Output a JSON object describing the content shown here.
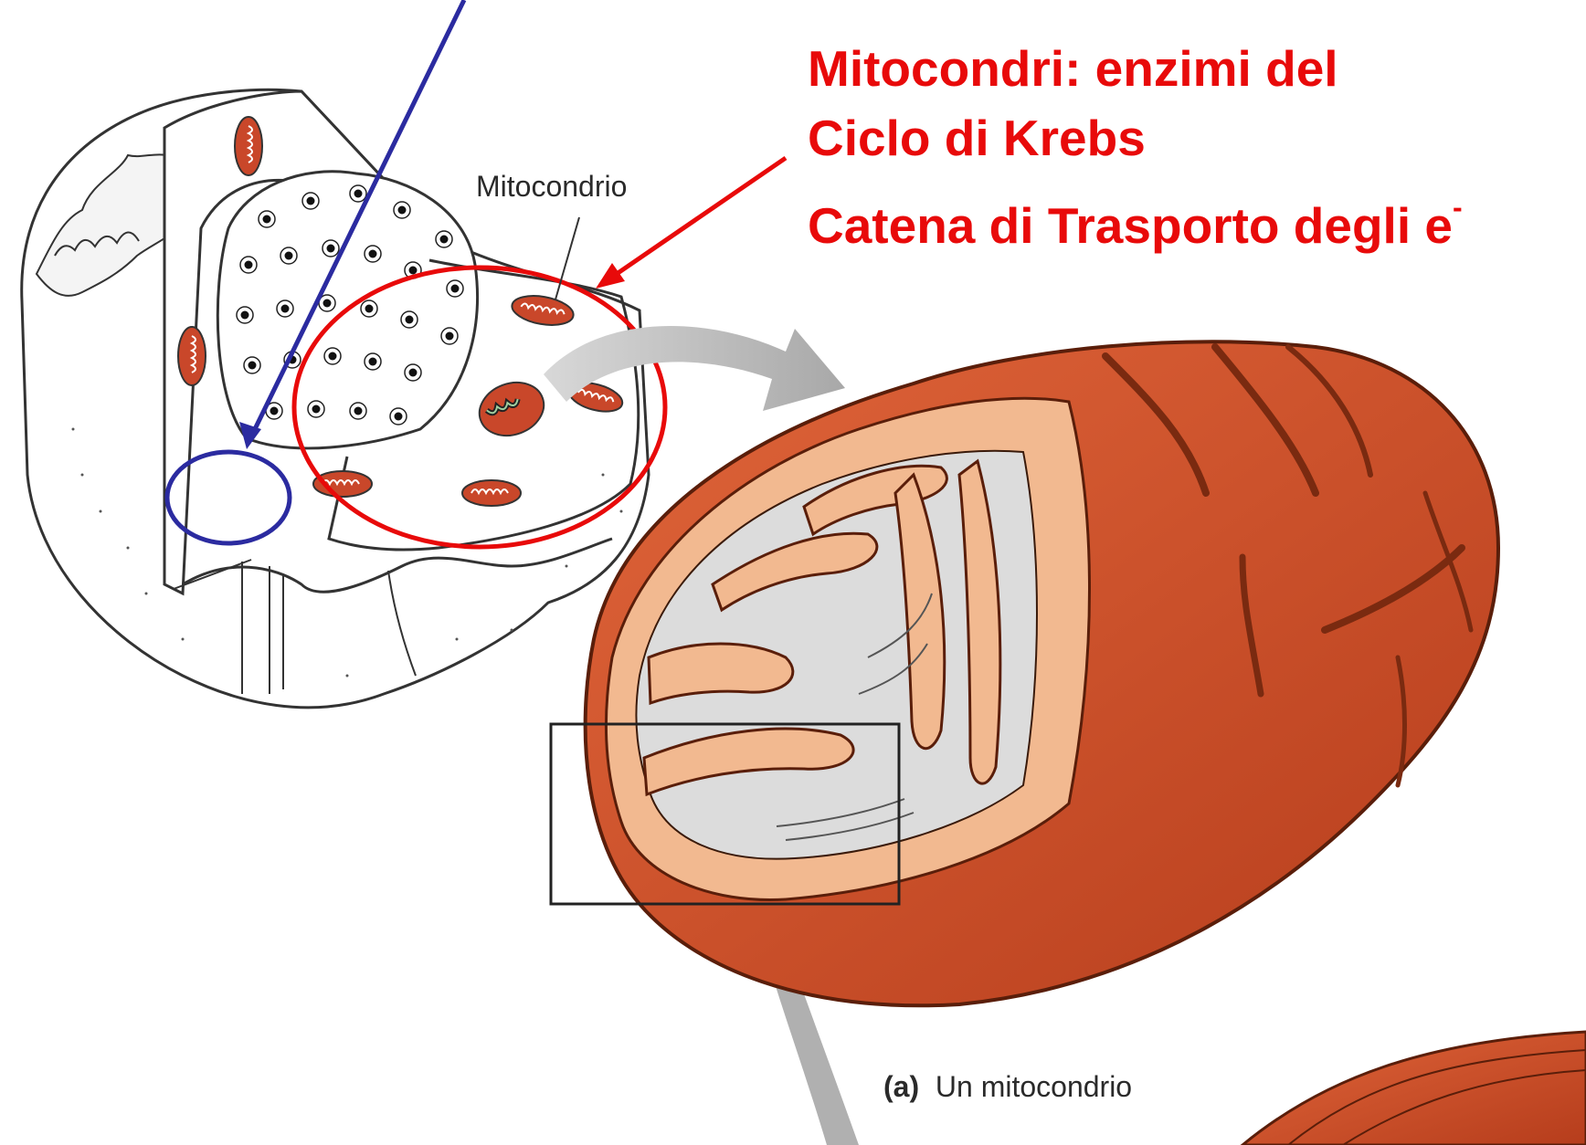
{
  "callout": {
    "line1": "Mitocondri: enzimi del",
    "line2": "Ciclo di Krebs",
    "line3": "Catena di Trasporto degli e",
    "line3_superscript": "-",
    "color": "#e80a0a"
  },
  "labels": {
    "organelle": "Mitocondrio",
    "caption_letter": "(a)",
    "caption_text": "Un mitocondrio"
  },
  "colors": {
    "highlight_red": "#e80a0a",
    "highlight_blue": "#2b2ba0",
    "mito_outer": "#d4532b",
    "mito_inner": "#f2b990",
    "matrix": "#dcdcdc",
    "zoom_arrow": "#b8b8b8"
  }
}
